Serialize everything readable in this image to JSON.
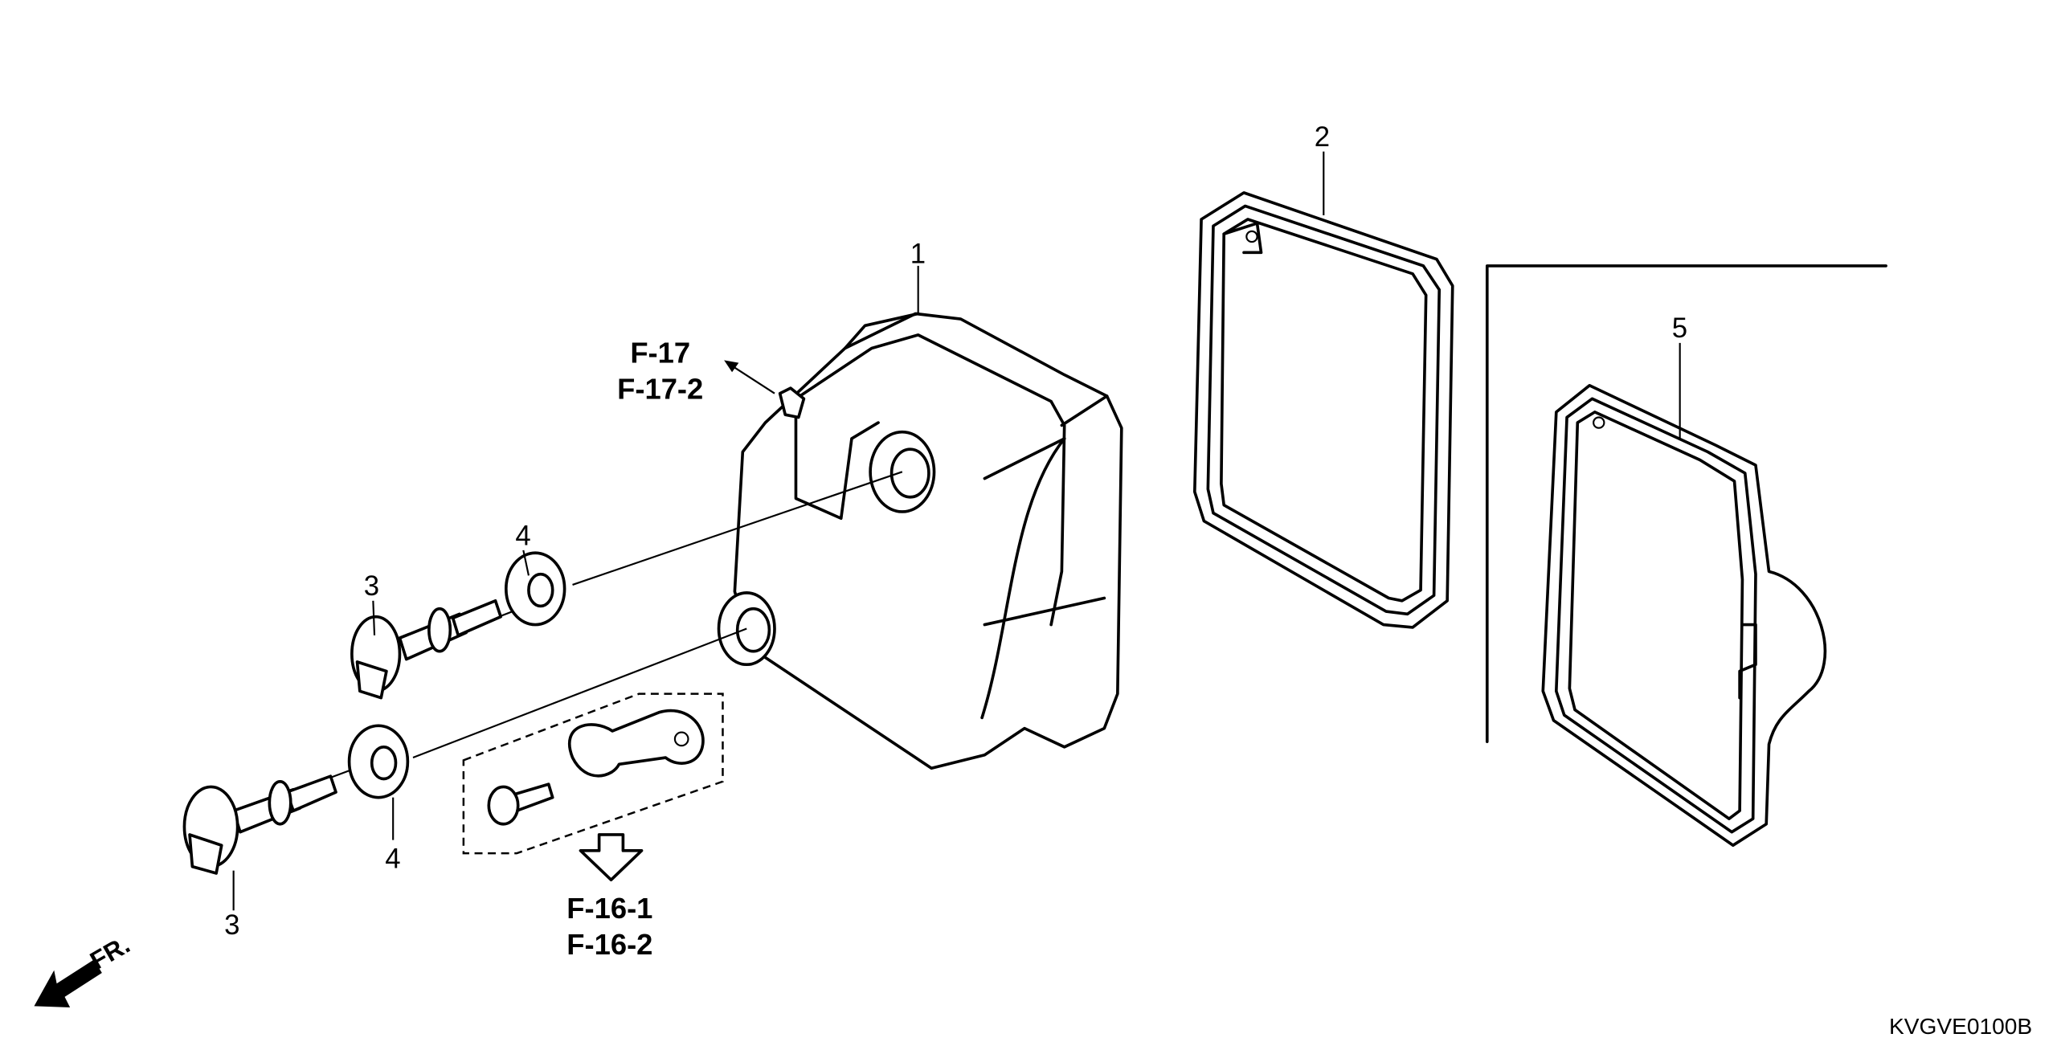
{
  "diagram": {
    "code": "KVGVE0100B",
    "front_label": "FR.",
    "callouts": {
      "cover": "1",
      "gasket": "2",
      "bolt_upper": "3",
      "bolt_lower": "3",
      "washer_upper": "4",
      "washer_lower": "4",
      "gasket_alt": "5"
    },
    "references": {
      "upper_line1": "F-17",
      "upper_line2": "F-17-2",
      "lower_line1": "F-16-1",
      "lower_line2": "F-16-2"
    }
  }
}
